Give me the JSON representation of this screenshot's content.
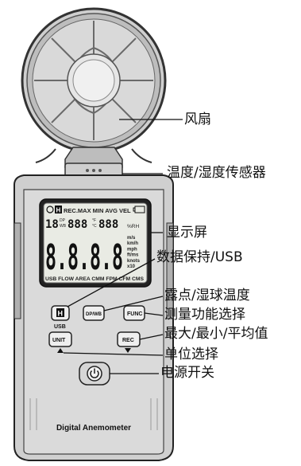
{
  "labels": {
    "fan": "风扇",
    "temp_humidity_sensor": "温度/湿度传感器",
    "display": "显示屏",
    "data_hold_usb": "数据保持/USB",
    "dew_point_wet_bulb": "露点/湿球温度",
    "measurement_function": "测量功能选择",
    "max_min_avg": "最大/最小/平均值",
    "unit_select": "单位选择",
    "power_switch": "电源开关"
  },
  "device": {
    "name": "Digital Anemometer",
    "buttons": {
      "hold": "H",
      "hold_sub": "USB",
      "dpwb": "DP/WB",
      "func": "FUNC",
      "unit": "UNIT",
      "rec": "REC",
      "power_symbol": "⏻"
    },
    "lcd": {
      "top_status": "REC.MAX MIN AVG VEL",
      "hold_indicator": "H",
      "small_digits_1": "18",
      "small_digits_2": "888",
      "small_digits_3": "888",
      "small_unit_f": "°F",
      "small_unit_c": "°C",
      "small_unit_rh": "%RH",
      "small_sub_left": "DP",
      "small_sub_left2": "WB",
      "main_digits": "8.8.8.8",
      "units": [
        "m/s",
        "km/h",
        "mph",
        "ft/ms",
        "knots",
        "x10"
      ],
      "bottom_row": "USB FLOW AREA CMM FPM CFM CMS"
    }
  }
}
